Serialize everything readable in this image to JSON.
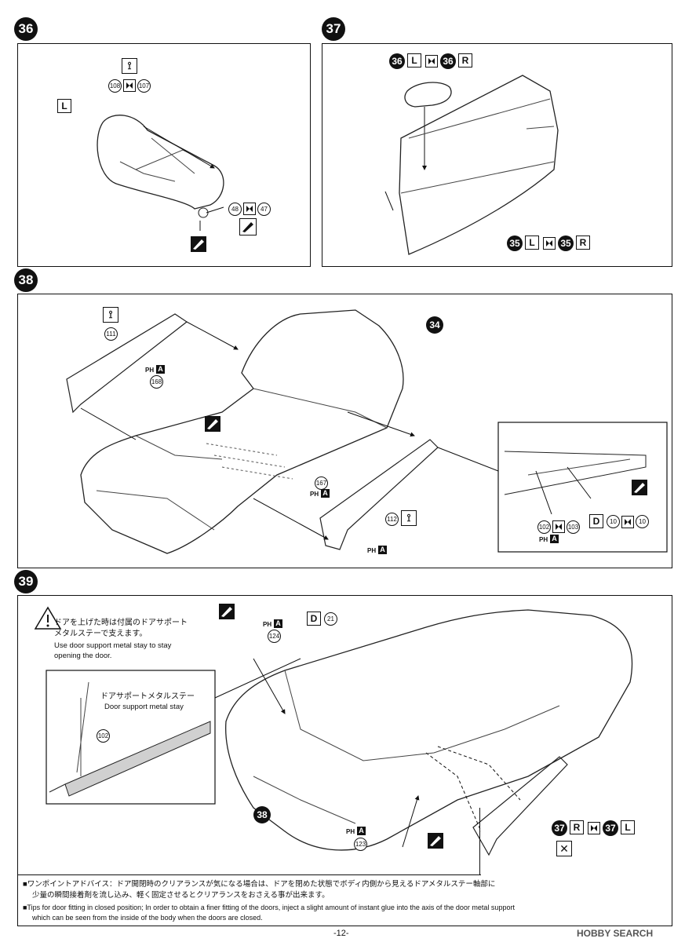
{
  "steps": {
    "s36": {
      "number": "36",
      "side_label": "L",
      "top_parts": [
        "108",
        "107"
      ],
      "bottom_parts": [
        "48",
        "47"
      ]
    },
    "s37": {
      "number": "37",
      "top_ref": {
        "num1": "36",
        "side1": "L",
        "num2": "36",
        "side2": "R"
      },
      "bottom_ref": {
        "num1": "35",
        "side1": "L",
        "num2": "35",
        "side2": "R"
      }
    },
    "s38": {
      "number": "38",
      "body_ref": "34",
      "parts": [
        "111",
        "168",
        "167",
        "112",
        "102",
        "103"
      ],
      "ph_label": "PH",
      "paint_code": "A",
      "decal": {
        "letter": "D",
        "num1": "10",
        "num2": "10"
      }
    },
    "s39": {
      "number": "39",
      "body_ref": "38",
      "caution_jp_1": "ドアを上げた時は付属のドアサポート",
      "caution_jp_2": "メタルステーで支えます。",
      "caution_en_1": "Use door support metal stay to stay",
      "caution_en_2": "opening the door.",
      "inset_jp": "ドアサポートメタルステー",
      "inset_en": "Door support metal stay",
      "inset_part": "102",
      "parts": [
        "124",
        "123"
      ],
      "ph_label": "PH",
      "paint_code": "A",
      "decal": {
        "letter": "D",
        "num": "21"
      },
      "door_ref": {
        "num1": "37",
        "side1": "R",
        "num2": "37",
        "side2": "L"
      }
    }
  },
  "footnote": {
    "jp_1": "■ワンポイントアドバイス：ドア開閉時のクリアランスが気になる場合は、ドアを閉めた状態でボディ内側から見えるドアメタルステー軸部に",
    "jp_2": "少量の瞬間接着剤を流し込み、軽く固定させるとクリアランスをおさえる事が出来ます。",
    "en_1": "■Tips for door fitting in closed position; In order to obtain a finer fitting of the doors, inject a slight amount of instant glue into the axis of the door metal support",
    "en_2": "which can be seen from the inside of the body when the doors are closed."
  },
  "page_number": "-12-",
  "watermark": "HOBBY SEARCH",
  "colors": {
    "ink": "#111111",
    "paper": "#ffffff",
    "highlight": "#d0d0d0"
  }
}
